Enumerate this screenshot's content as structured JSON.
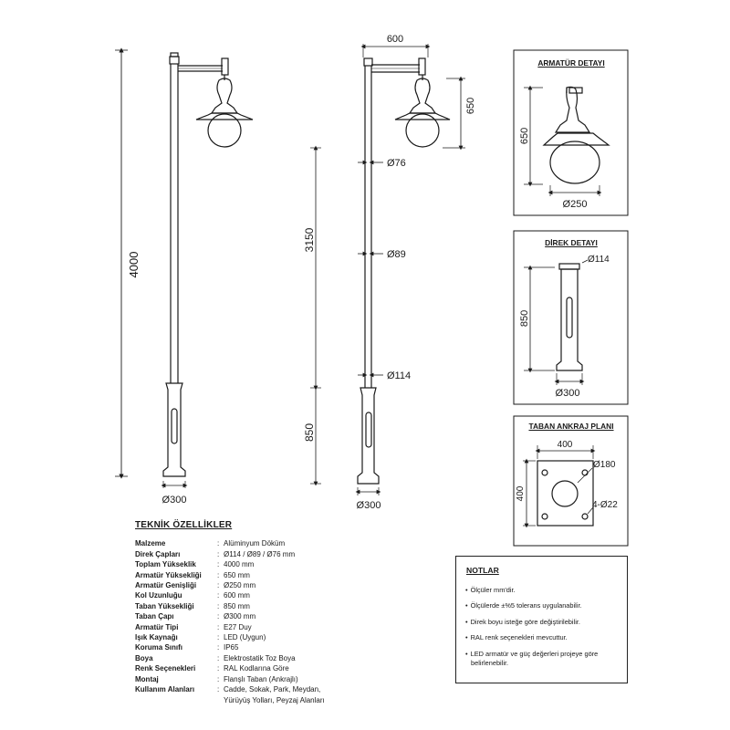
{
  "dimensions": {
    "total_height": "4000",
    "base_diameter_left": "Ø300",
    "arm_length": "600",
    "lantern_height": "650",
    "upper_pole_height": "3150",
    "d76": "Ø76",
    "d89": "Ø89",
    "d114": "Ø114",
    "base_height": "850",
    "base_diameter_right": "Ø300"
  },
  "armature_detail": {
    "title": "ARMATÜR DETAYI",
    "height": "650",
    "diameter": "Ø250"
  },
  "pole_detail": {
    "title": "DİREK DETAYI",
    "diameter": "Ø114",
    "height": "850",
    "base_diameter": "Ø300"
  },
  "anchor_plan": {
    "title": "TABAN ANKRAJ PLANI",
    "width": "400",
    "height": "400",
    "hole": "Ø180",
    "bolts": "4-Ø22"
  },
  "specs": {
    "title": "TEKNİK ÖZELLİKLER",
    "rows": [
      {
        "key": "Malzeme",
        "value": "Alüminyum Döküm"
      },
      {
        "key": "Direk Çapları",
        "value": "Ø114 / Ø89 / Ø76 mm"
      },
      {
        "key": "Toplam Yükseklik",
        "value": "4000 mm"
      },
      {
        "key": "Armatür Yüksekliği",
        "value": "650 mm"
      },
      {
        "key": "Armatür Genişliği",
        "value": "Ø250 mm"
      },
      {
        "key": "Kol Uzunluğu",
        "value": "600 mm"
      },
      {
        "key": "Taban Yüksekliği",
        "value": "850 mm"
      },
      {
        "key": "Taban Çapı",
        "value": "Ø300 mm"
      },
      {
        "key": "Armatür Tipi",
        "value": "E27 Duy"
      },
      {
        "key": "Işık Kaynağı",
        "value": "LED (Uygun)"
      },
      {
        "key": "Koruma Sınıfı",
        "value": "IP65"
      },
      {
        "key": "Boya",
        "value": "Elektrostatik Toz Boya"
      },
      {
        "key": "Renk Seçenekleri",
        "value": "RAL Kodlarına Göre"
      },
      {
        "key": "Montaj",
        "value": "Flanşlı Taban (Ankrajlı)"
      },
      {
        "key": "Kullanım Alanları",
        "value": "Cadde, Sokak, Park, Meydan,"
      },
      {
        "key": "",
        "value": "Yürüyüş Yolları, Peyzaj Alanları"
      }
    ]
  },
  "notes": {
    "title": "NOTLAR",
    "items": [
      "Ölçüler mm'dir.",
      "Ölçülerde ±%5 tolerans uygulanabilir.",
      "Direk boyu isteğe göre değiştirilebilir.",
      "RAL renk seçenekleri mevcuttur.",
      "LED armatür ve güç değerleri projeye göre belirlenebilir."
    ]
  }
}
